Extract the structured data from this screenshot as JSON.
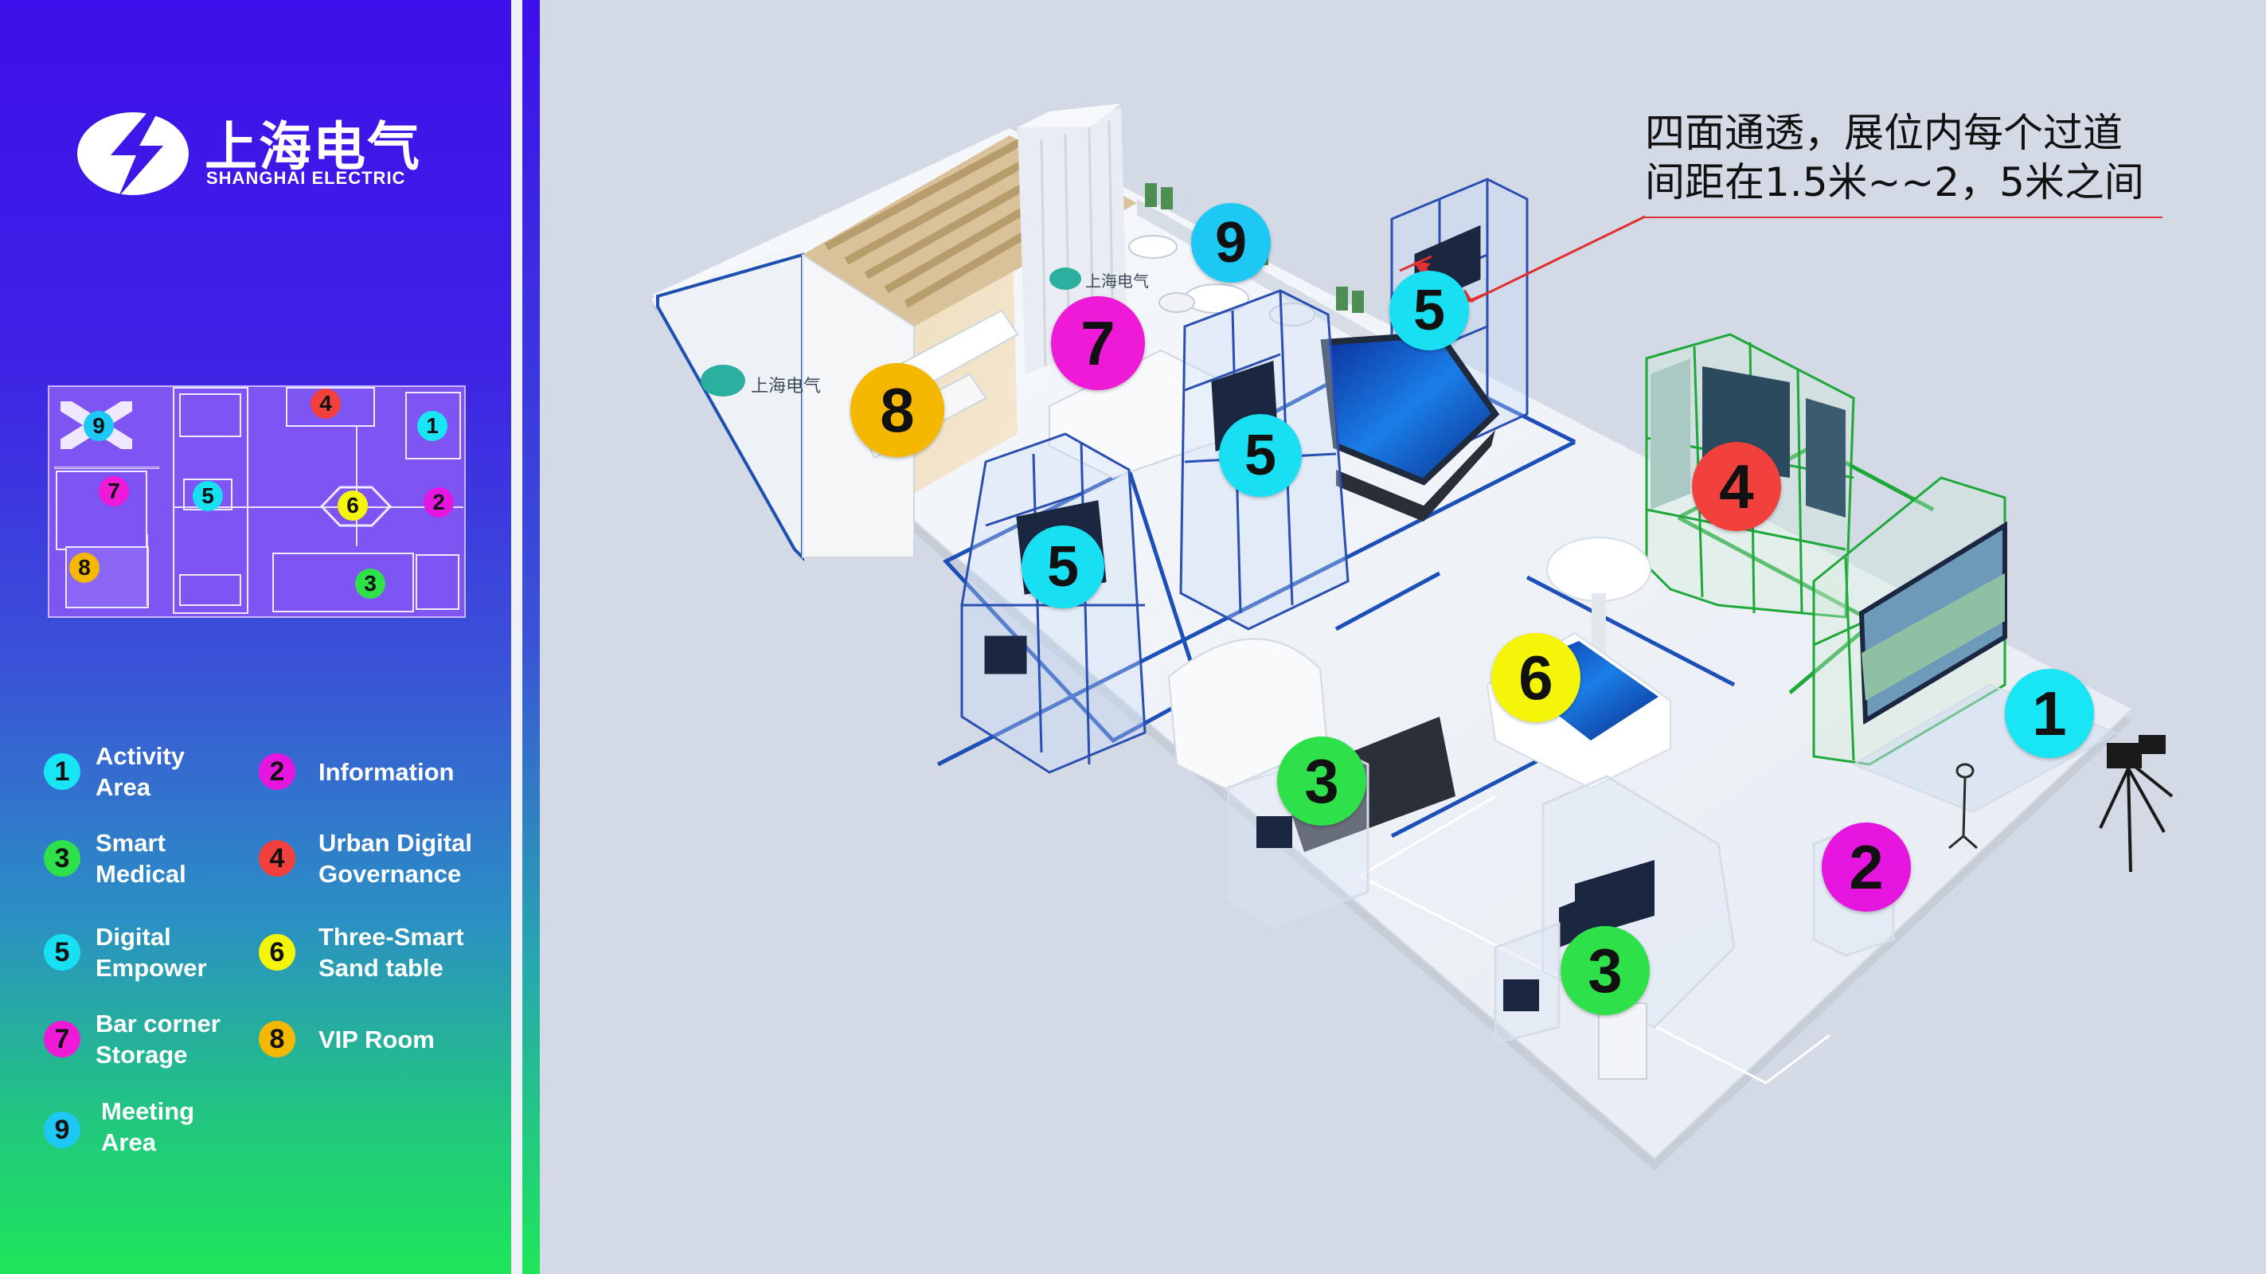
{
  "brand": {
    "name_cn": "上海电气",
    "name_en": "SHANGHAI ELECTRIC"
  },
  "annotation": {
    "line1": "四面通透，展位内每个过道",
    "line2": "间距在1.5米~~2，5米之间"
  },
  "colors": {
    "zone1": "#19e6f5",
    "zone2": "#e616e0",
    "zone3": "#2ee04a",
    "zone4": "#f2413d",
    "zone5": "#18e0f2",
    "zone6": "#f5f50a",
    "zone7": "#ee1ad8",
    "zone8": "#f5b800",
    "zone9": "#1ec8f5"
  },
  "legend": [
    {
      "num": "1",
      "label": "Activity\nArea",
      "color": "#19e6f5"
    },
    {
      "num": "2",
      "label": "Information",
      "color": "#e616e0"
    },
    {
      "num": "3",
      "label": "Smart\nMedical",
      "color": "#2ee04a"
    },
    {
      "num": "4",
      "label": "Urban Digital\nGovernance",
      "color": "#f2413d"
    },
    {
      "num": "5",
      "label": "Digital\nEmpower",
      "color": "#18e0f2"
    },
    {
      "num": "6",
      "label": "Three-Smart\nSand table",
      "color": "#f5f50a"
    },
    {
      "num": "7",
      "label": "Bar corner\nStorage",
      "color": "#ee1ad8"
    },
    {
      "num": "8",
      "label": "VIP Room",
      "color": "#f5b800"
    },
    {
      "num": "9",
      "label": "Meeting\nArea",
      "color": "#1ec8f5"
    }
  ],
  "mini_plan_badges": [
    "9",
    "1",
    "4",
    "7",
    "5",
    "6",
    "2",
    "8",
    "3"
  ],
  "scene_badges": [
    "8",
    "7",
    "9",
    "5",
    "5",
    "5",
    "4",
    "6",
    "3",
    "3",
    "1",
    "2"
  ],
  "screen_texts": {
    "bar_logo": "上海电气",
    "vip_logo": "上海电气"
  }
}
